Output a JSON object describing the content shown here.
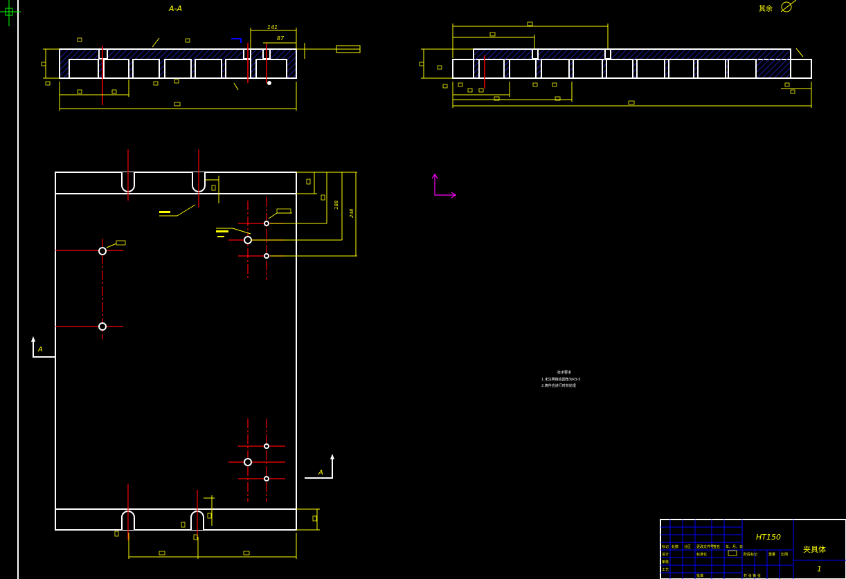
{
  "colors": {
    "background": "#000000",
    "outline": "#ffffff",
    "dimension": "#ffff00",
    "centerline": "#ff0000",
    "hatch": "#1c1cb4",
    "title_block": "#0000ff",
    "ucs": "#ff00ff",
    "pointer": "#00ff00"
  },
  "drawing": {
    "section_title": "A-A",
    "section_mark_left": "A",
    "section_mark_right": "A",
    "rest_label": "其余",
    "dim_top_141": "141",
    "dim_top_87": "87",
    "dim_vert_188": "188",
    "dim_vert_248": "248",
    "tech_req_title": "技术要求",
    "tech_req_line1": "1.未注明铸造圆角为R3-5",
    "tech_req_line2": "2.铸件应进行时效处理"
  },
  "title_block": {
    "material": "HT150",
    "part_name": "夹具体",
    "sheet_number": "1",
    "row_labels": [
      "标记",
      "处数",
      "分区",
      "更改文件号",
      "签名",
      "年、月、日"
    ],
    "designer_label": "设计",
    "standard_label": "标准化",
    "stage_label": "阶段标记",
    "weight_label": "重量",
    "scale_label": "比例",
    "review_label": "审核",
    "process_label": "工艺",
    "approve_label": "批准",
    "sheets_label": "共  张 第  张"
  }
}
